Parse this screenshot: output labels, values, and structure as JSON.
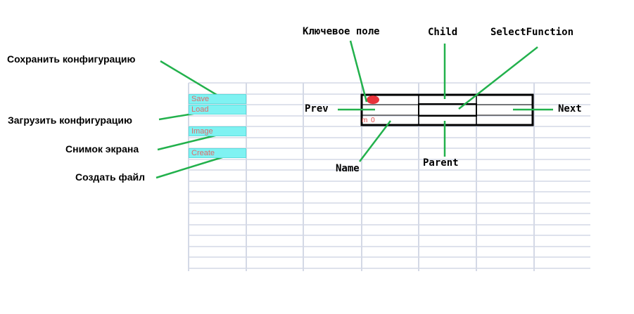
{
  "buttons": {
    "save": "Save",
    "load": "Load",
    "image": "Image",
    "create": "Create"
  },
  "node": {
    "name_text": "m  0"
  },
  "annotations": {
    "save_config": "Сохранить конфигурацию",
    "load_config": "Загрузить конфигурацию",
    "screenshot": "Снимок экрана",
    "create_file": "Создать файл",
    "key_field": "Ключевое поле",
    "child": "Child",
    "select_function": "SelectFunction",
    "prev": "Prev",
    "next": "Next",
    "name": "Name",
    "parent": "Parent"
  },
  "colors": {
    "grid": "#d4d9e6",
    "button_fill": "#7ff2f2",
    "button_text": "#e06a6a",
    "arrow": "#22b14c",
    "key_dot": "#e8333a",
    "node_border": "#000000"
  }
}
